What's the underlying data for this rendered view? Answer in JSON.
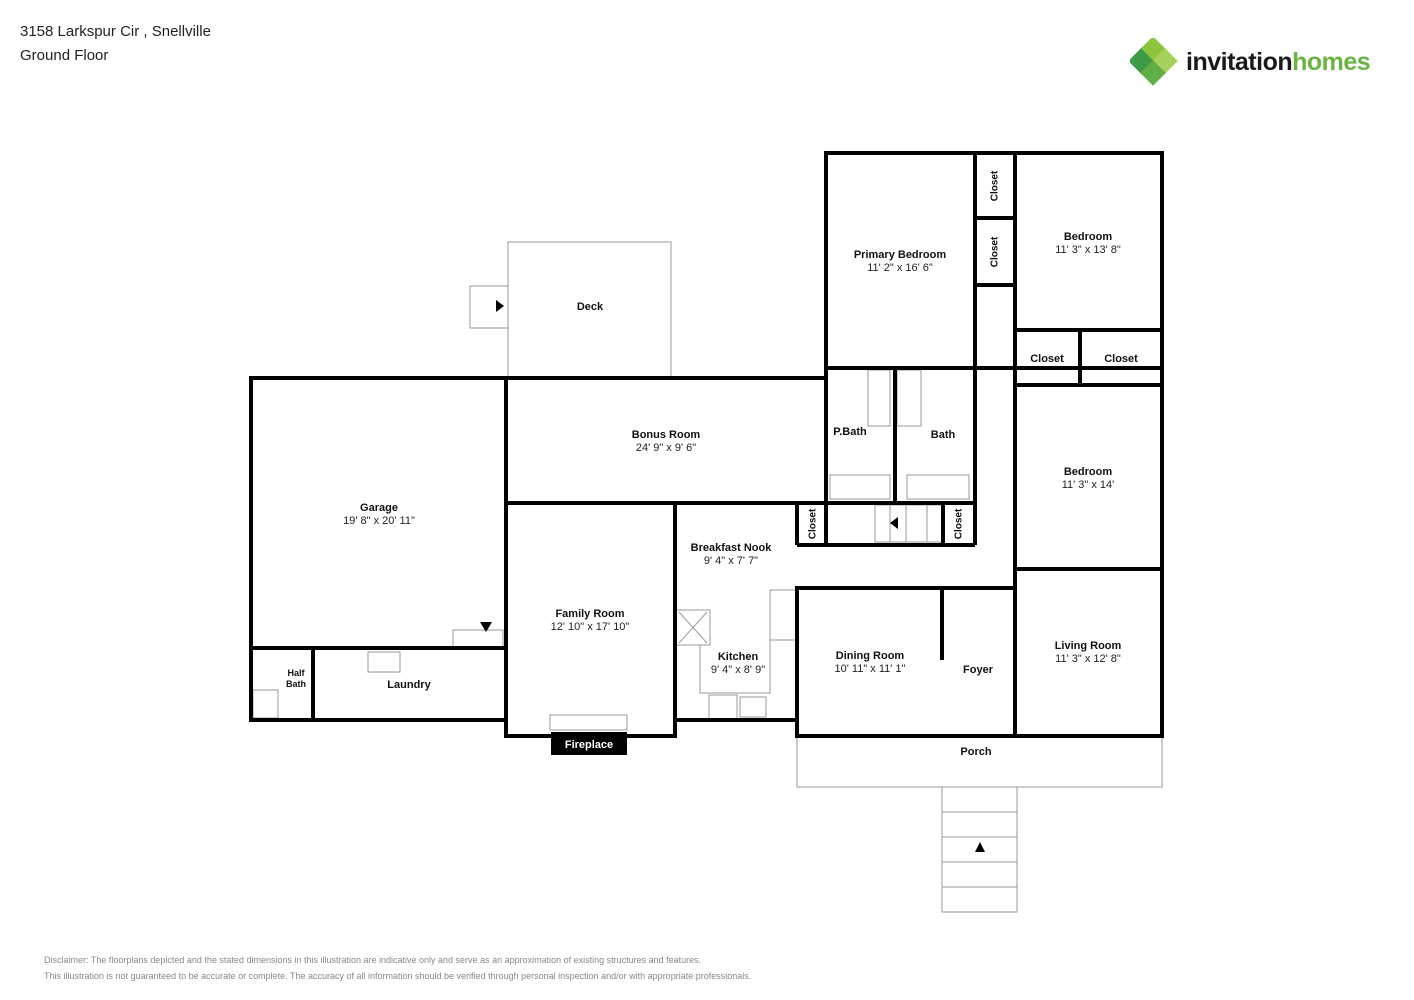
{
  "header": {
    "address": "3158 Larkspur Cir , Snellville",
    "floor": "Ground Floor"
  },
  "logo": {
    "part1": "invitation",
    "part2": "homes",
    "colors": {
      "dark": "#1a1a1a",
      "green": "#6ab443"
    }
  },
  "rooms": {
    "garage": {
      "name": "Garage",
      "dims": "19' 8\" x 20' 11\""
    },
    "deck": {
      "name": "Deck"
    },
    "bonus": {
      "name": "Bonus Room",
      "dims": "24' 9\" x 9' 6\""
    },
    "family": {
      "name": "Family Room",
      "dims": "12' 10\" x 17' 10\""
    },
    "half_bath": {
      "name1": "Half",
      "name2": "Bath"
    },
    "laundry": {
      "name": "Laundry"
    },
    "fireplace": {
      "name": "Fireplace"
    },
    "breakfast": {
      "name": "Breakfast Nook",
      "dims": "9' 4\" x 7' 7\""
    },
    "kitchen": {
      "name": "Kitchen",
      "dims": "9' 4\" x 8' 9\""
    },
    "dining": {
      "name": "Dining Room",
      "dims": "10' 11\" x 11' 1\""
    },
    "foyer": {
      "name": "Foyer"
    },
    "living": {
      "name": "Living Room",
      "dims": "11' 3\" x 12' 8\""
    },
    "porch": {
      "name": "Porch"
    },
    "primary": {
      "name": "Primary Bedroom",
      "dims": "11' 2\" x 16' 6\""
    },
    "bedroom1": {
      "name": "Bedroom",
      "dims": "11' 3\" x 13' 8\""
    },
    "bedroom2": {
      "name": "Bedroom",
      "dims": "11' 3\" x 14'"
    },
    "pbath": {
      "name": "P.Bath"
    },
    "bath": {
      "name": "Bath"
    },
    "closet": "Closet"
  },
  "disclaimer": {
    "line1": "Disclaimer: The floorplans depicted and the stated dimensions in this illustration are indicative only and serve as an approximation of existing structures and features.",
    "line2": "This illustration is not guaranteed to be accurate or complete. The accuracy of all information should be verified through personal inspection and/or with appropriate professionals."
  }
}
